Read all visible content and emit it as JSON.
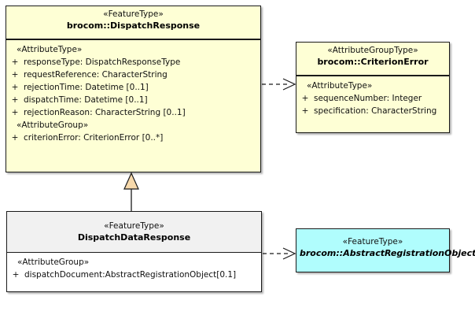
{
  "diagram": {
    "type": "uml-class-diagram",
    "background": "#ffffff",
    "colors": {
      "feature_type_fill": "#feffd5",
      "attribute_group_type_fill": "#feffd5",
      "abstract_fill": "#b0fdfd",
      "plain_fill": "#ffffff",
      "plain_header_fill": "#f1f1f1",
      "border": "#1a1a1a",
      "generalization_arrow_fill": "#f7d9ab"
    },
    "classes": [
      {
        "id": "dispatch-response",
        "stereotype": "«FeatureType»",
        "name": "brocom::DispatchResponse",
        "abstract": false,
        "compartments": [
          {
            "group": "«AttributeType»",
            "attributes": [
              {
                "visibility": "+",
                "text": "responseType: DispatchResponseType"
              },
              {
                "visibility": "+",
                "text": "requestReference: CharacterString"
              },
              {
                "visibility": "+",
                "text": "rejectionTime: Datetime [0..1]"
              },
              {
                "visibility": "+",
                "text": "dispatchTime: Datetime [0..1]"
              },
              {
                "visibility": "+",
                "text": "rejectionReason: CharacterString [0..1]"
              }
            ]
          },
          {
            "group": "«AttributeGroup»",
            "attributes": [
              {
                "visibility": "+",
                "text": "criterionError: CriterionError [0..*]"
              }
            ]
          }
        ]
      },
      {
        "id": "criterion-error",
        "stereotype": "«AttributeGroupType»",
        "name": "brocom::CriterionError",
        "abstract": false,
        "compartments": [
          {
            "group": "«AttributeType»",
            "attributes": [
              {
                "visibility": "+",
                "text": "sequenceNumber: Integer"
              },
              {
                "visibility": "+",
                "text": "specification: CharacterString"
              }
            ]
          }
        ]
      },
      {
        "id": "dispatch-data-response",
        "stereotype": "«FeatureType»",
        "name": "DispatchDataResponse",
        "abstract": false,
        "compartments": [
          {
            "group": "«AttributeGroup»",
            "attributes": [
              {
                "visibility": "+",
                "text": "dispatchDocument:AbstractRegistrationObject[0.1]"
              }
            ]
          }
        ]
      },
      {
        "id": "abstract-registration-object",
        "stereotype": "«FeatureType»",
        "name": "brocom::AbstractRegistrationObject",
        "abstract": true,
        "compartments": []
      }
    ],
    "relationships": [
      {
        "kind": "dependency",
        "style": "dashed-open-arrow",
        "from": "dispatch-response",
        "to": "criterion-error"
      },
      {
        "kind": "generalization",
        "style": "solid-hollow-triangle",
        "from": "dispatch-data-response",
        "to": "dispatch-response"
      },
      {
        "kind": "dependency",
        "style": "dashed-open-arrow",
        "from": "dispatch-data-response",
        "to": "abstract-registration-object"
      }
    ]
  }
}
